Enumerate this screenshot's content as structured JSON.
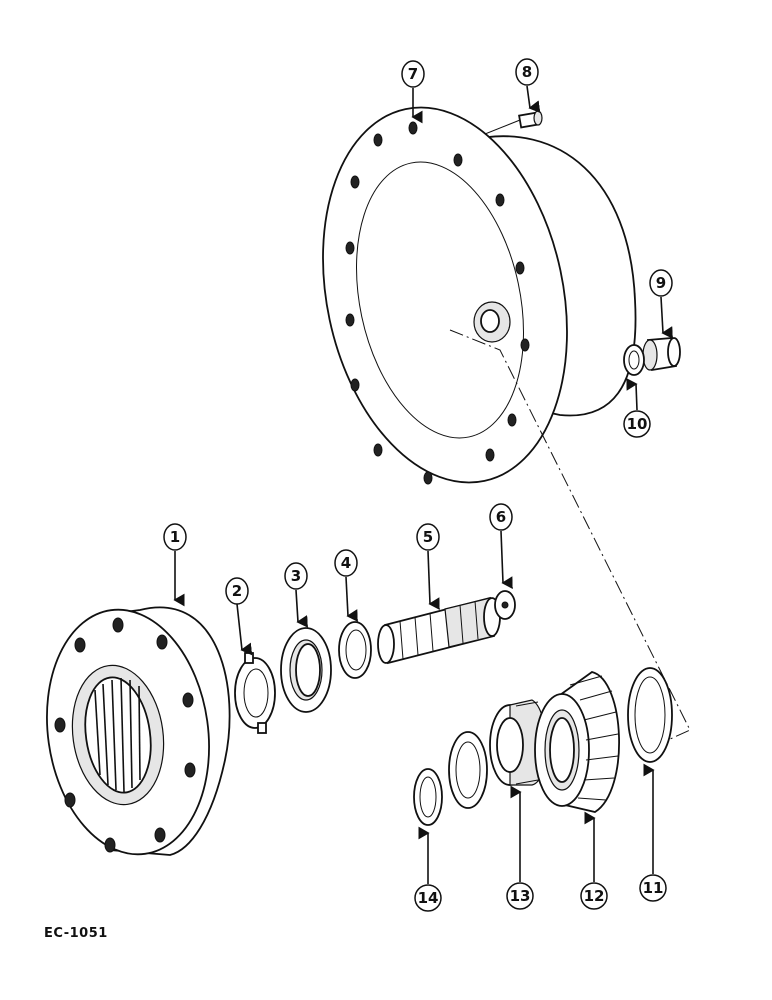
{
  "diagram_code": "EC-1051",
  "callouts": [
    {
      "id": "1",
      "label": "1"
    },
    {
      "id": "2",
      "label": "2"
    },
    {
      "id": "3",
      "label": "3"
    },
    {
      "id": "4",
      "label": "4"
    },
    {
      "id": "5",
      "label": "5"
    },
    {
      "id": "6",
      "label": "6"
    },
    {
      "id": "7",
      "label": "7"
    },
    {
      "id": "8",
      "label": "8"
    },
    {
      "id": "9",
      "label": "9"
    },
    {
      "id": "10",
      "label": "10"
    },
    {
      "id": "11",
      "label": "11"
    },
    {
      "id": "12",
      "label": "12"
    },
    {
      "id": "13",
      "label": "13"
    },
    {
      "id": "14",
      "label": "14"
    }
  ]
}
